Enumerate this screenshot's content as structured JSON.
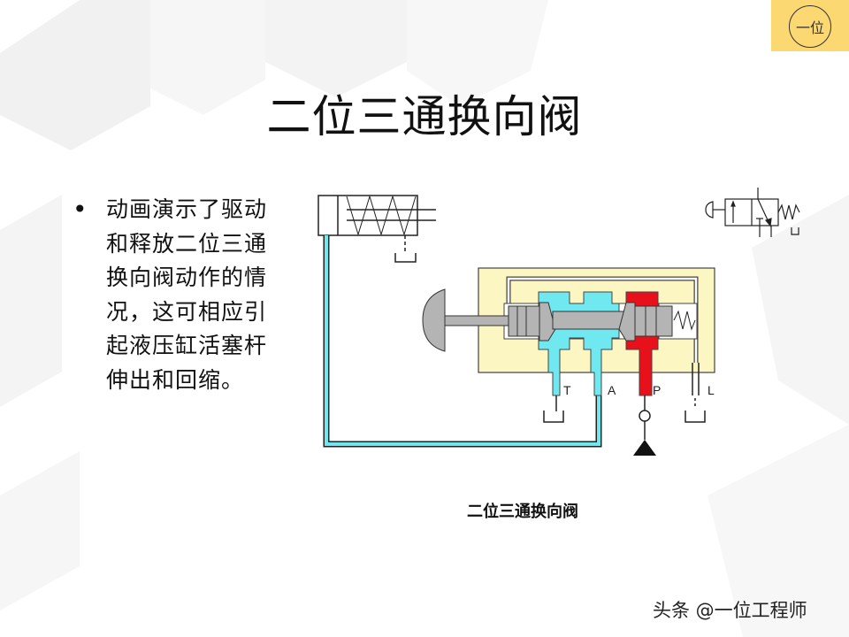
{
  "logo": {
    "text": "一位"
  },
  "title": "二位三通换向阀",
  "bullet_text": "动画演示了驱动和释放二位三通换向阀动作的情况，这可相应引起液压缸活塞杆伸出和回缩。",
  "diagram": {
    "port_labels": {
      "T": "T",
      "A": "A",
      "P": "P",
      "L": "L"
    },
    "caption": "二位三通换向阀",
    "colors": {
      "body": "#fbf6c2",
      "return_fluid": "#6fe8f0",
      "pressure_fluid": "#e8101a",
      "spool": "#b4b4b4"
    }
  },
  "watermark": "头条 @一位工程师"
}
